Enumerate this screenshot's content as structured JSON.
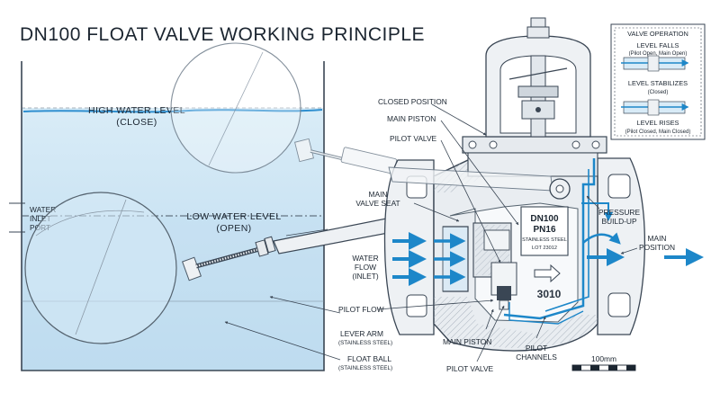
{
  "title": "DN100 FLOAT VALVE WORKING PRINCIPLE",
  "tank": {
    "high_level": {
      "line1": "HIGH WATER LEVEL",
      "line2": "(CLOSE)"
    },
    "low_level": {
      "line1": "LOW WATER LEVEL",
      "line2": "(OPEN)"
    },
    "inlet_port": {
      "line1": "WATER",
      "line2": "INLET",
      "line3": "PORT"
    }
  },
  "callouts": {
    "closed_position": "CLOSED POSITION",
    "main_piston_top": "MAIN PISTON",
    "pilot_valve_top": "PILOT VALVE",
    "main_valve_seat": {
      "line1": "MAIN",
      "line2": "VALVE SEAT"
    },
    "water_flow": {
      "line1": "WATER",
      "line2": "FLOW",
      "line3": "(INLET)"
    },
    "pilot_flow": "PILOT FLOW",
    "lever_arm": {
      "line1": "LEVER ARM",
      "line2": "(STAINLESS STEEL)"
    },
    "float_ball": {
      "line1": "FLOAT BALL",
      "line2": "(STAINLESS STEEL)"
    },
    "main_piston_bottom": "MAIN PISTON",
    "pilot_valve_bottom": "PILOT VALVE",
    "pilot_channels": {
      "line1": "PILOT",
      "line2": "CHANNELS"
    },
    "pressure_build_up": {
      "line1": "PRESSURE",
      "line2": "BUILD-UP"
    },
    "main_position": {
      "line1": "MAIN",
      "line2": "POSITION"
    }
  },
  "nameplate": {
    "line1": "DN100",
    "line2": "PN16",
    "line3": "STAINLESS STEEL",
    "line4": "LOT 23012"
  },
  "cast_number": "3010",
  "scale_bar": "100mm",
  "operation_box": {
    "title": "VALVE OPERATION",
    "rows": [
      {
        "label": "LEVEL FALLS",
        "detail": "(Pilot Open, Main Open)"
      },
      {
        "label": "LEVEL STABILIZES",
        "detail": "(Closed)"
      },
      {
        "label": "LEVEL RISES",
        "detail": "(Pilot Closed, Main Closed)"
      }
    ]
  },
  "colors": {
    "water": "#cfe6f4",
    "water_deep": "#b7d8ee",
    "flow": "#1d87c9",
    "line": "#3a4654",
    "metal": "#e9edf1"
  }
}
